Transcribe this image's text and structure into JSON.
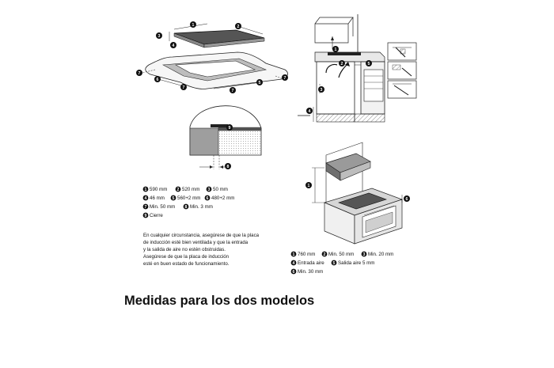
{
  "legend_left": {
    "row1": [
      {
        "n": "1",
        "text": "590 mm"
      },
      {
        "n": "2",
        "text": "520 mm"
      },
      {
        "n": "3",
        "text": "50 mm"
      }
    ],
    "row2": [
      {
        "n": "4",
        "text": "46 mm"
      },
      {
        "n": "5",
        "text": "560+2 mm"
      },
      {
        "n": "6",
        "text": "480+2 mm"
      }
    ],
    "row3": [
      {
        "n": "7",
        "text": "Min. 50 mm"
      },
      {
        "n": "8",
        "text": "Min. 3 mm"
      }
    ],
    "row4": [
      {
        "n": "9",
        "text": "Cierre"
      }
    ]
  },
  "note_lines": [
    "En cualquier circunstancia, asegúrese de que la placa",
    "de inducción esté bien ventilada y que la entrada",
    "y la salida de aire no estén obstruidas.",
    "Asegúrese de que la placa de inducción",
    "esté en buen estado de funcionamiento."
  ],
  "legend_right": {
    "row1": [
      {
        "n": "1",
        "text": "760 mm"
      },
      {
        "n": "2",
        "text": "Min. 50 mm"
      },
      {
        "n": "3",
        "text": "Min. 20 mm"
      }
    ],
    "row2": [
      {
        "n": "4",
        "text": "Entrada aire"
      },
      {
        "n": "5",
        "text": "Salida aire 5 mm"
      }
    ],
    "row3": [
      {
        "n": "6",
        "text": "Min. 30 mm"
      }
    ]
  },
  "callouts": {
    "c1": "1",
    "c2": "2",
    "c3": "3",
    "c4": "4",
    "c5": "5",
    "c6": "6",
    "c7": "7",
    "c8": "8",
    "c9": "9"
  },
  "title": "Medidas para los dos modelos"
}
